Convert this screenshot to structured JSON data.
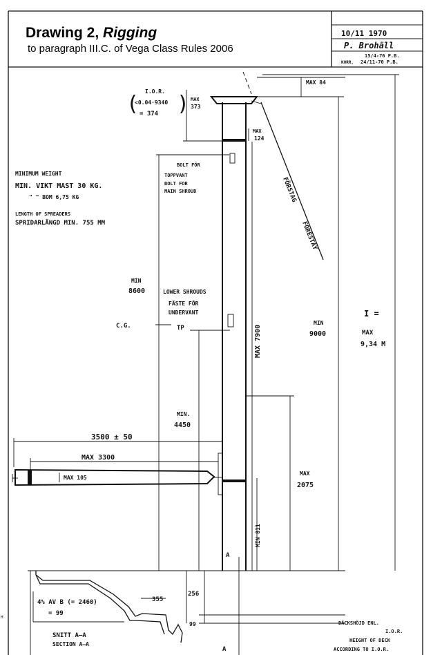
{
  "title_block": {
    "title_main": "Drawing 2, ",
    "title_italic": "Rigging",
    "subtitle": "to paragraph III.C. of Vega Class Rules 2006",
    "date": "10/11 1970",
    "signature": "P. Brohäll",
    "rev1": "15/4-76 P.B.",
    "rev2_prefix": "KORR.",
    "rev2": "24/11-70 P.B."
  },
  "notes": {
    "ior_label": "I.O.R.",
    "ior_formula": "<0.04·9340",
    "ior_result": "= 374",
    "max_373_a": "MAX",
    "max_373_b": "373",
    "max_84": "MAX 84",
    "max_124_a": "MAX",
    "max_124_b": "124",
    "min_weight_en": "MINIMUM WEIGHT",
    "min_weight_sv": "MIN. VIKT MAST  30 KG.",
    "boom_weight": "\"   \"   BOM  6,75 KG",
    "spreaders_en": "LENGTH OF SPREADERS",
    "spreaders_sv": "SPRIDARLÄNGD  MIN. 755 MM",
    "bolt_sv": "BOLT FÖR",
    "toppvant": "TOPPVANT",
    "bolt_en": "BOLT FOR",
    "main_shroud": "MAIN SHROUD",
    "forstag": "FÖRSTAG",
    "forestay": "FORESTAY",
    "min_8600_a": "MIN",
    "min_8600_b": "8600",
    "lower_shrouds": "LOWER SHROUDS",
    "faste_for": "FÄSTE FÖR",
    "undervant": "UNDERVANT",
    "cg": "C.G.",
    "tp": "TP",
    "max_7900": "MAX 7900",
    "min_9000_a": "MIN",
    "min_9000_b": "9000",
    "i_label": "I =",
    "i_max": "MAX",
    "i_value": "9,34 M",
    "min_4450_a": "MIN.",
    "min_4450_b": "4450",
    "dim_3500": "3500 ± 50",
    "max_3300": "MAX 3300",
    "max_105": "MAX 105",
    "max_2075_a": "MAX",
    "max_2075_b": "2075",
    "min_811": "MIN 811",
    "section_mark": "A",
    "percent_a": "4% AV B (= 2460)",
    "percent_b": "= 99",
    "dim_355": "355",
    "dim_256": "256",
    "dim_99": "99",
    "section_sv": "SNITT A–A",
    "section_en": "SECTION A–A",
    "deck_sv1": "DÄCKSHÖJD ENL.",
    "deck_sv2": "I.O.R.",
    "deck_en1": "HEIGHT OF DECK",
    "deck_en2": "ACCORDING TO I.O.R.",
    "edge_mark": "H"
  }
}
